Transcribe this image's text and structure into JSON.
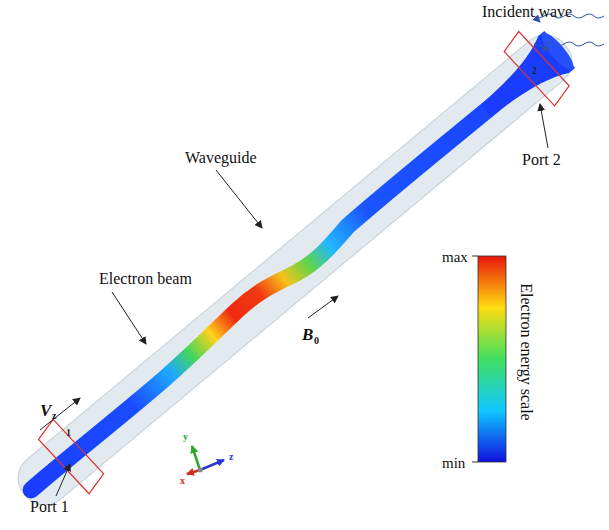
{
  "diagram": {
    "labels": [
      "Incident wave",
      "2",
      "Port 2",
      "Waveguide",
      "max",
      "Electron energy scale",
      "Electron beam",
      "B",
      "0",
      "V",
      "z",
      "y",
      "z",
      "x",
      "min",
      "1",
      "Port 1"
    ]
  }
}
